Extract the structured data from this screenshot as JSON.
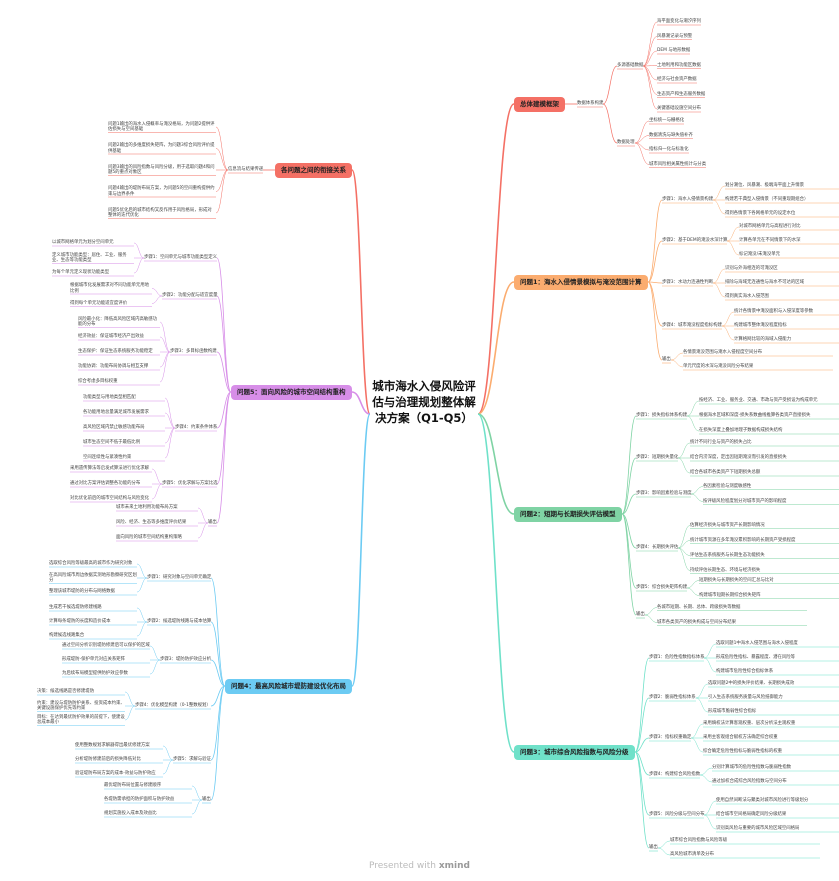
{
  "root": "城市海水入侵风险评估与治理规划整体解决方案（Q1-Q5）",
  "footer": {
    "prefix": "Presented with",
    "brand": "xmind"
  },
  "colors": {
    "framework": "#f47065",
    "relations": "#f47065",
    "q1": "#fbac6f",
    "q2": "#7fd3a4",
    "q3": "#6fe1c9",
    "q4": "#6ccbf3",
    "q5": "#d78ee8"
  },
  "framework": {
    "title": "总体建模框架",
    "data_system": {
      "label": "数据体系构建",
      "multi_source": {
        "label": "多源基础数据",
        "items": [
          "海平面变化与潮汐序列",
          "风暴潮记录与预警",
          "DEM 与地形数据",
          "土地利用和功能区数据",
          "经济与社会资产数据",
          "生态资产和生态服务数据",
          "关键基础设施空间分布"
        ]
      },
      "processing": {
        "label": "数据处理",
        "items": [
          "坐标统一与栅格化",
          "数据清洗与缺失值补齐",
          "指标归一化与标准化",
          "城市风险相关属性统计与分类"
        ]
      }
    }
  },
  "relations": {
    "title": "各问题之间的衔接关系",
    "flow": {
      "label": "信息流与结果传递",
      "items": [
        "问题1输出的海水入侵概率与淹没格局，为问题2提供评估损失与空间基础",
        "问题2输出的多维度损失矩阵，为问题3综合风险评价提供基础",
        "问题3输出的风险指数与风险分级，用于选取问题4和问题5的重点对象区",
        "问题4输出的堤防布局方案，为问题5的空间重构提供约束与边界条件",
        "问题5优化后的城市结构又反作用于风险格局，形成对整体的迭代优化"
      ]
    }
  },
  "q1": {
    "title": "问题1：海水入侵情景模拟与淹没范围计算",
    "steps": [
      {
        "label": "步骤1：海水入侵情景构建",
        "items": [
          "划分潮位、风暴潮、极端海平面上升情景",
          "构建若干典型入侵情景（不同重现期组合）",
          "得到各情景下各网格单元的设定水位"
        ]
      },
      {
        "label": "步骤2：基于DEM的淹没水深计算",
        "items": [
          "对城市网格单元与高程进行对比",
          "计算各单元在不同情景下的水深",
          "标记淹没/未淹没单元"
        ]
      },
      {
        "label": "步骤3：水动力连通性判断",
        "items": [
          "识别与外海相连的可淹没区",
          "排除与海域无连通性与海水不可达的区域",
          "得到真实海水入侵范围"
        ]
      },
      {
        "label": "步骤4：城市淹没程度指标构建",
        "items": [
          "统计各情景中淹没面积与入侵深度等参数",
          "构建城市整体淹没程度指标",
          "计算格网比较的海域入侵能力"
        ]
      },
      {
        "label": "输出",
        "items": [
          "各情景淹没范围与淹水入侵程度空间分布",
          "单元尺度的水深与淹没风险分布结果"
        ]
      }
    ]
  },
  "q2": {
    "title": "问题2：短期与长期损失评估模型",
    "steps": [
      {
        "label": "步骤1：损失指标体系构建",
        "items": [
          "按经济、工业、服务业、交通、市政与资产受损设为构成单元",
          "根据海水区域和深度-损失系数曲线推算各类资产直接损失",
          "在损失深度上叠加地理子数据构成损失结构"
        ]
      },
      {
        "label": "步骤2：短期损失量化",
        "items": [
          "统计不同行业与资产的损失占比",
          "结合内涝深度，定出因短期淹没而引发的直接损失",
          "结合各城市各类资产下短期损失总额"
        ]
      },
      {
        "label": "步骤3：影响因素检验与测度",
        "items": [
          "各因素检验与测度敏感性",
          "按评级风险程度划分对城市资产的影响程度"
        ]
      },
      {
        "label": "步骤4：长期损失评估",
        "items": [
          "估算经济损失与城市资产长期影响情况",
          "统计城市资源在多年淹没累积影响的长期资产受损程度",
          "评估生态系统服务与长期生态功能损失",
          "持续评估长期生态、环境与经济损失"
        ]
      },
      {
        "label": "步骤5：综合损失矩阵构建",
        "items": [
          "短期损失与长期损失的空间汇总与比对",
          "构建城市短期长期综合损失矩阵"
        ]
      },
      {
        "label": "输出",
        "items": [
          "各城市短期、长期、总体、跨级损失等数据",
          "城市各类资产的损失构成与空间分布结果"
        ]
      }
    ]
  },
  "q3": {
    "title": "问题3：城市综合风险指数与风险分级",
    "steps": [
      {
        "label": "步骤1：危险性指数指标体系",
        "items": [
          "选取问题1中海水入侵范围与海水入侵程度",
          "形成危险性指标、暴露程度、潜在风险等",
          "构建城市危险性综合指标体系"
        ]
      },
      {
        "label": "步骤2：脆弱性指标体系",
        "items": [
          "选取问题2中的损失评价结果、长期损失成效",
          "引入生态系统服务质量与风险抵御能力",
          "形成城市脆弱性综合指标"
        ]
      },
      {
        "label": "步骤3：指标权重确定",
        "items": [
          "采用熵权法计算客观权重、层次分析法主观权重",
          "采用主客观组合赋权方法确定综合权重",
          "综合确定危险性指标与脆弱性指标的权重"
        ]
      },
      {
        "label": "步骤4：构建综合风险指数",
        "items": [
          "分别计算城市的危险性指数与脆弱性指数",
          "通过加权合成综合风险指数与空间分布"
        ]
      },
      {
        "label": "步骤5：风险分级与空间分布",
        "items": [
          "使用自然间断法与聚类对城市风险进行等级划分",
          "结合城市空间格局确定风险分级结果",
          "识别高风险与重要的城市风险区域空间格局"
        ]
      },
      {
        "label": "输出",
        "items": [
          "城市综合风险指数与风险等级",
          "高风险城市清单及分布"
        ]
      }
    ]
  },
  "q4": {
    "title": "问题4：最高风险城市堤防建设优化布局",
    "steps": [
      {
        "label": "步骤1：研究对象与空间单元确定",
        "items": [
          "选取综合风险等级最高的城市作为研究对象",
          "在高风险城市周边依据实测地形勘察研究区划分",
          "整理该城市堤防的分布与网络数据"
        ]
      },
      {
        "label": "步骤2：候选堤防线路与成本估算",
        "items": [
          "生成若干候选堤防修建线路",
          "计算每条堤防的长度和造价成本",
          "构建候选线路集合"
        ]
      },
      {
        "label": "步骤3：堤防防护效应分析",
        "items": [
          "通过空间分析识别堤防修建后可以保护的区域",
          "形成堤防-保护单元对应关系矩阵",
          "为后续布局模型提供防护效应参数"
        ]
      },
      {
        "label": "步骤4：优化模型构建（0-1整数规划）",
        "items": [
          "决策：候选线路是否修建堤防",
          "约束：建设与堤防防护关系、投资成本约束、关键设施保护优先等约束",
          "目标：在达到最优防护效果的前提下，使建设总成本最小"
        ]
      },
      {
        "label": "步骤5：求解与验证",
        "items": [
          "使用整数规划求解器得出最优修建方案",
          "分析堤防修建前后的损失降低对比",
          "验证堤防布局方案的成本-效益与防护效应"
        ]
      },
      {
        "label": "输出",
        "items": [
          "最优堤防布局位置与修建顺序",
          "各堤防需承担的防护面积与防护效益",
          "规划实施投入成本及效益比"
        ]
      }
    ]
  },
  "q5": {
    "title": "问题5：面向风险的城市空间结构重构",
    "steps": [
      {
        "label": "步骤1：空间单元与城市功能类型定义",
        "items": [
          "以城市网格单元为划分空间单元",
          "定义城市功能类型：居住、工业、服务业、生态等功能类型",
          "为每个单元定义现状功能类型"
        ]
      },
      {
        "label": "步骤2：功能分配与适宜度量",
        "items": [
          "根据城市化发展需求对不同功能单元用地比例",
          "得到每个单元功能适宜度评价"
        ]
      },
      {
        "label": "步骤3：多目标函数构建",
        "items": [
          "风险最小化：降低高风险区域内高敏感功能的分布",
          "经济效益：保证城市经济产出效益",
          "生态保护：保证生态系统服务功能稳定",
          "功能协调：功能布局协调与相互支撑",
          "综合考虑多目标权重"
        ]
      },
      {
        "label": "步骤4：约束条件体系",
        "items": [
          "功能类型与用地类型相匹配",
          "各功能用地总量满足城市发展需求",
          "高风险区域内禁止敏感功能布局",
          "城市生态空间不低于最低比例",
          "空间连续性与紧凑性约束"
        ]
      },
      {
        "label": "步骤5：优化求解与方案比选",
        "items": [
          "采用遗传算法等启发式算法进行优化求解",
          "通过对比方案评估调整各功能的分布",
          "对比优化前后的城市空间结构与风险变化"
        ]
      },
      {
        "label": "输出",
        "items": [
          "城市未来土地利用功能布局方案",
          "风险、经济、生态等多维度评价结果",
          "面向风险的城市空间结构重构策略"
        ]
      }
    ]
  }
}
